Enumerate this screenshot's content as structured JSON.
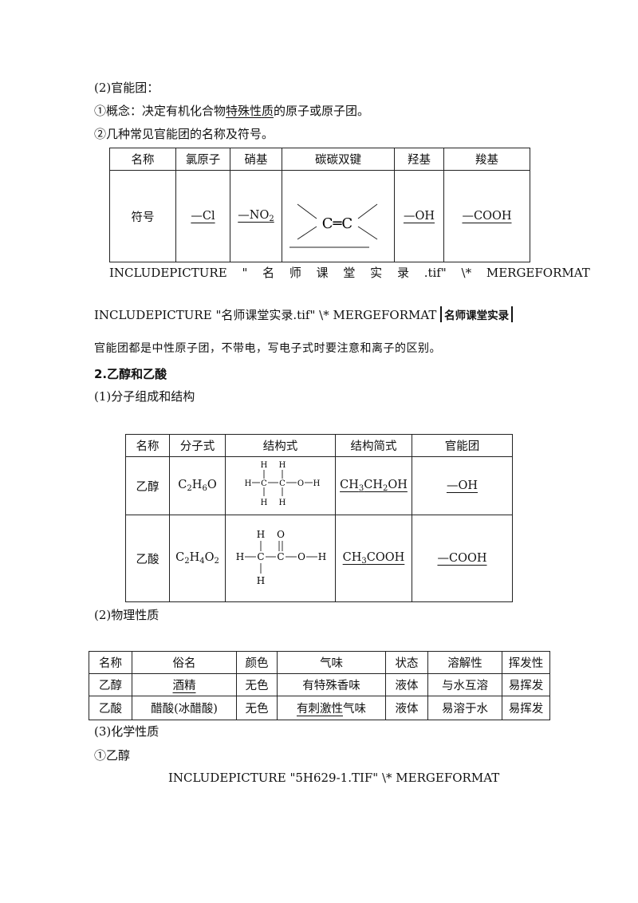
{
  "s1": {
    "heading": "(2)官能团：",
    "concept_prefix": "①概念：决定有机化合物",
    "concept_underlined": "特殊性质",
    "concept_suffix": "的原子或原子团。",
    "list_intro": "②几种常见官能团的名称及符号。"
  },
  "fg_table": {
    "row_labels": [
      "名称",
      "符号"
    ],
    "headers": [
      "氯原子",
      "硝基",
      "碳碳双键",
      "羟基",
      "羧基"
    ],
    "symbols": [
      "—Cl",
      "—NO",
      "C═C",
      "—OH",
      "—COOH"
    ],
    "no2_subscript": "2"
  },
  "include1": "INCLUDEPICTURE   \"  名  师  课  堂  实  录  .tif\"   \\*   MERGEFORMAT",
  "include2": "INCLUDEPICTURE \"名师课堂实录.tif\" \\* MERGEFORMAT",
  "badge": "名师课堂实录",
  "note": "官能团都是中性原子团，不带电，写电子式时要注意和离子的区别。",
  "s2": {
    "heading": "2.乙醇和乙酸",
    "sub1": "(1)分子组成和结构"
  },
  "struct_table": {
    "headers": [
      "名称",
      "分子式",
      "结构式",
      "结构简式",
      "官能团"
    ],
    "rows": [
      {
        "name": "乙醇",
        "formula": "C2H6O",
        "condensed": "CH3CH2OH",
        "group": "—OH"
      },
      {
        "name": "乙酸",
        "formula": "C2H4O2",
        "condensed": "CH3COOH",
        "group": "—COOH"
      }
    ]
  },
  "s3": {
    "heading": "(2)物理性质"
  },
  "phys_table": {
    "headers": [
      "名称",
      "俗名",
      "颜色",
      "气味",
      "状态",
      "溶解性",
      "挥发性"
    ],
    "rows": [
      [
        "乙醇",
        "酒精",
        "无色",
        "有特殊香味",
        "液体",
        "与水互溶",
        "易挥发"
      ],
      [
        "乙酸",
        "醋酸(冰醋酸)",
        "无色",
        "有刺激性气味",
        "液体",
        "易溶于水",
        "易挥发"
      ]
    ]
  },
  "s4": {
    "heading": "(3)化学性质",
    "sub1": "①乙醇",
    "include3": "INCLUDEPICTURE \"5H629-1.TIF\" \\* MERGEFORMAT"
  }
}
